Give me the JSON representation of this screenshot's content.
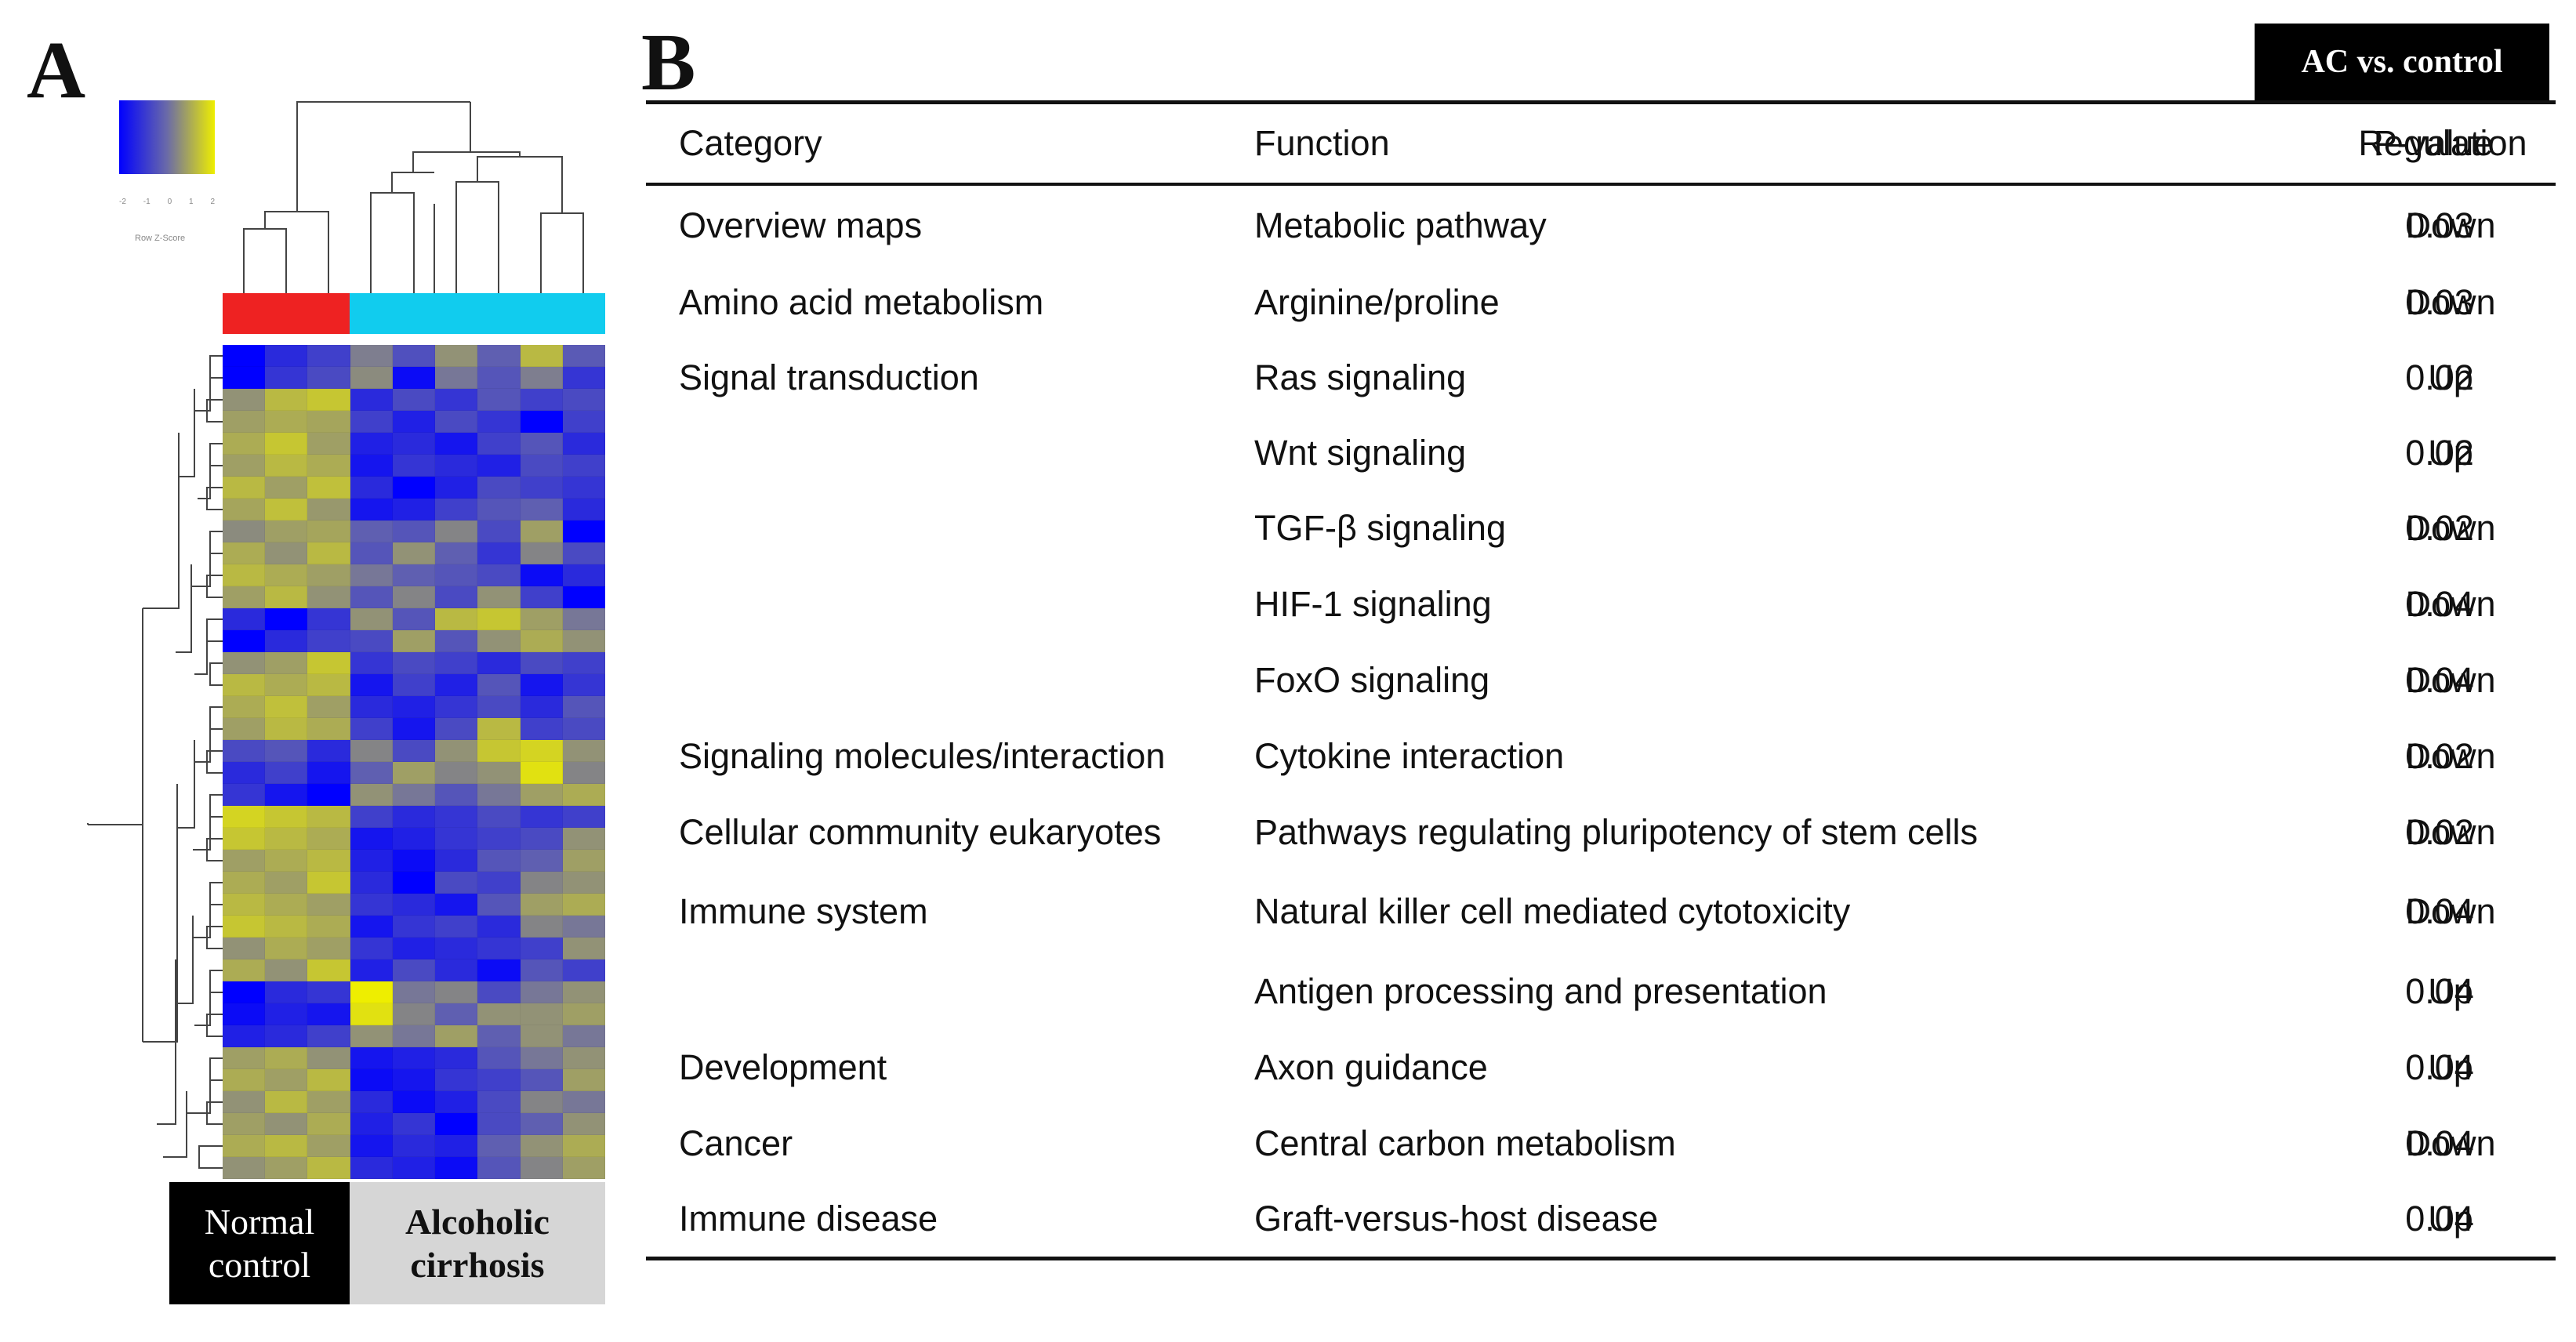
{
  "panel_a": {
    "letter": "A",
    "color_key": {
      "low_color": "#0000ff",
      "mid_color": "#6a6aa8",
      "high_color": "#eeee00",
      "ticks": [
        "-2",
        "-1",
        "0",
        "1",
        "2"
      ],
      "label": "Row Z-Score"
    },
    "group_colors": {
      "normal_control": "#ee2222",
      "alcoholic_cirrhosis": "#11ccee"
    },
    "groups": {
      "normal_control": [
        "Normal",
        "control"
      ],
      "alcoholic_cirrhosis": [
        "Alcoholic",
        "cirrhosis"
      ]
    },
    "heatmap": {
      "rows": 38,
      "cols": 9,
      "normal_control_cols": 3,
      "values": [
        [
          -2,
          -1.2,
          -0.8,
          0.3,
          -0.5,
          0.6,
          -0.2,
          1.2,
          -0.3
        ],
        [
          -2,
          -1.0,
          -0.6,
          0.5,
          -1.8,
          0.2,
          -0.4,
          0.3,
          -1.0
        ],
        [
          0.6,
          1.2,
          1.4,
          -1.2,
          -0.6,
          -1.0,
          -0.4,
          -0.8,
          -0.6
        ],
        [
          0.8,
          1.0,
          0.9,
          -0.8,
          -1.4,
          -0.6,
          -1.0,
          -2.0,
          -0.8
        ],
        [
          1.0,
          1.4,
          0.8,
          -1.4,
          -1.2,
          -1.6,
          -0.8,
          -0.4,
          -1.2
        ],
        [
          0.8,
          1.2,
          1.0,
          -1.6,
          -1.0,
          -1.2,
          -1.4,
          -0.6,
          -0.8
        ],
        [
          1.2,
          0.8,
          1.3,
          -1.2,
          -2.0,
          -1.4,
          -0.6,
          -0.8,
          -1.0
        ],
        [
          0.9,
          1.3,
          0.7,
          -1.6,
          -1.4,
          -0.8,
          -0.4,
          -0.2,
          -1.2
        ],
        [
          0.5,
          0.8,
          0.9,
          -0.2,
          -0.4,
          0.4,
          -0.6,
          0.8,
          -2.0
        ],
        [
          1.0,
          0.6,
          1.2,
          -0.4,
          0.6,
          -0.2,
          -1.0,
          0.4,
          -0.6
        ],
        [
          1.2,
          1.0,
          0.8,
          0.2,
          -0.2,
          -0.4,
          -0.6,
          -1.8,
          -1.2
        ],
        [
          0.8,
          1.2,
          0.6,
          -0.4,
          0.4,
          -0.6,
          0.6,
          -0.8,
          -2.0
        ],
        [
          -1.2,
          -2.0,
          -1.0,
          0.6,
          -0.4,
          1.2,
          1.4,
          0.8,
          0.2
        ],
        [
          -2.0,
          -1.2,
          -0.8,
          -0.6,
          0.8,
          -0.4,
          0.6,
          1.0,
          0.6
        ],
        [
          0.6,
          0.8,
          1.4,
          -1.0,
          -0.6,
          -0.8,
          -1.2,
          -0.6,
          -0.8
        ],
        [
          1.2,
          1.0,
          1.2,
          -1.6,
          -0.8,
          -1.4,
          -0.4,
          -1.6,
          -1.0
        ],
        [
          1.0,
          1.3,
          0.8,
          -1.2,
          -1.4,
          -1.0,
          -0.6,
          -1.2,
          -0.4
        ],
        [
          0.8,
          1.2,
          1.0,
          -0.8,
          -1.6,
          -0.6,
          1.2,
          -0.8,
          -0.6
        ],
        [
          -0.6,
          -0.4,
          -1.2,
          0.4,
          -0.6,
          0.6,
          1.4,
          1.6,
          0.6
        ],
        [
          -1.2,
          -0.8,
          -1.6,
          -0.2,
          0.8,
          0.4,
          0.6,
          1.8,
          0.4
        ],
        [
          -1.0,
          -1.6,
          -2.0,
          0.6,
          0.2,
          -0.4,
          0.2,
          0.8,
          1.0
        ],
        [
          1.6,
          1.4,
          1.2,
          -0.8,
          -1.2,
          -1.0,
          -0.6,
          -1.0,
          -0.8
        ],
        [
          1.4,
          1.2,
          1.0,
          -1.6,
          -1.4,
          -1.0,
          -0.8,
          -0.6,
          0.6
        ],
        [
          0.8,
          1.0,
          1.2,
          -1.4,
          -1.8,
          -1.2,
          -0.4,
          -0.2,
          0.8
        ],
        [
          1.0,
          0.8,
          1.4,
          -1.2,
          -2.0,
          -0.6,
          -0.8,
          0.4,
          0.6
        ],
        [
          1.2,
          1.0,
          0.8,
          -1.0,
          -1.2,
          -1.6,
          -0.4,
          0.8,
          1.0
        ],
        [
          1.4,
          1.2,
          1.0,
          -1.6,
          -1.0,
          -0.8,
          -1.2,
          0.4,
          0.2
        ],
        [
          0.6,
          1.0,
          0.8,
          -1.0,
          -1.4,
          -1.2,
          -1.0,
          -0.8,
          0.6
        ],
        [
          1.0,
          0.6,
          1.4,
          -1.4,
          -0.6,
          -1.2,
          -1.8,
          -0.4,
          -0.8
        ],
        [
          -2.0,
          -1.2,
          -1.0,
          2.0,
          0.2,
          0.4,
          -0.6,
          0.2,
          0.6
        ],
        [
          -1.8,
          -1.4,
          -1.6,
          1.8,
          0.4,
          -0.2,
          0.6,
          0.6,
          0.8
        ],
        [
          -1.4,
          -1.2,
          -0.8,
          0.6,
          0.2,
          0.8,
          -0.2,
          0.6,
          0.2
        ],
        [
          0.8,
          1.0,
          0.6,
          -1.6,
          -1.4,
          -1.2,
          -0.4,
          0.2,
          0.6
        ],
        [
          1.0,
          0.8,
          1.2,
          -1.8,
          -1.6,
          -1.0,
          -0.8,
          -0.4,
          0.8
        ],
        [
          0.6,
          1.2,
          0.8,
          -1.2,
          -1.8,
          -1.4,
          -0.6,
          0.4,
          0.2
        ],
        [
          0.8,
          0.6,
          1.0,
          -1.4,
          -1.0,
          -2.0,
          -0.6,
          -0.2,
          0.6
        ],
        [
          1.0,
          1.2,
          0.8,
          -1.6,
          -1.2,
          -1.4,
          -0.2,
          0.6,
          1.0
        ],
        [
          0.6,
          0.8,
          1.2,
          -1.2,
          -1.4,
          -1.8,
          -0.4,
          0.4,
          0.8
        ]
      ]
    }
  },
  "panel_b": {
    "letter": "B",
    "badge": "AC vs. control",
    "headers": {
      "category": "Category",
      "function": "Function",
      "regulation": "Regulation",
      "pvalue": "P-value"
    },
    "rows": [
      {
        "category": "Overview  maps",
        "function": "Metabolic  pathway",
        "regulation": "Down",
        "pvalue": "0.03"
      },
      {
        "category": "Amino acid metabolism",
        "function": "Arginine/proline",
        "regulation": "Down",
        "pvalue": "0.03"
      },
      {
        "category": "Signal transduction",
        "function": "Ras signaling",
        "regulation": "Up",
        "pvalue": "0.02"
      },
      {
        "category": "",
        "function": "Wnt signaling",
        "regulation": "Up",
        "pvalue": "0.02"
      },
      {
        "category": "",
        "function": "TGF-β signaling",
        "regulation": "Down",
        "pvalue": "0.02"
      },
      {
        "category": "",
        "function": "HIF-1 signaling",
        "regulation": "Down",
        "pvalue": "0.04"
      },
      {
        "category": "",
        "function": "FoxO  signaling",
        "regulation": "Down",
        "pvalue": "0.04"
      },
      {
        "category": "Signaling molecules/interaction",
        "function": "Cytokine interaction",
        "regulation": "Down",
        "pvalue": "0.02"
      },
      {
        "category": "Cellular community eukaryotes",
        "function": "Pathways  regulating  pluripotency  of  stem  cells",
        "regulation": "Down",
        "pvalue": "0.02"
      },
      {
        "category": "Immune system",
        "function": "Natural  killer cell mediated  cytotoxicity",
        "regulation": "Down",
        "pvalue": "0.04"
      },
      {
        "category": "",
        "function": "Antigen  processing  and  presentation",
        "regulation": "Up",
        "pvalue": "0.04"
      },
      {
        "category": "Development",
        "function": "Axon  guidance",
        "regulation": "Up",
        "pvalue": "0.04"
      },
      {
        "category": "Cancer",
        "function": "Central carbon metabolism",
        "regulation": "Down",
        "pvalue": "0.04"
      },
      {
        "category": "Immune disease",
        "function": "Graft-versus-host  disease",
        "regulation": "Up",
        "pvalue": "0.04"
      }
    ]
  }
}
